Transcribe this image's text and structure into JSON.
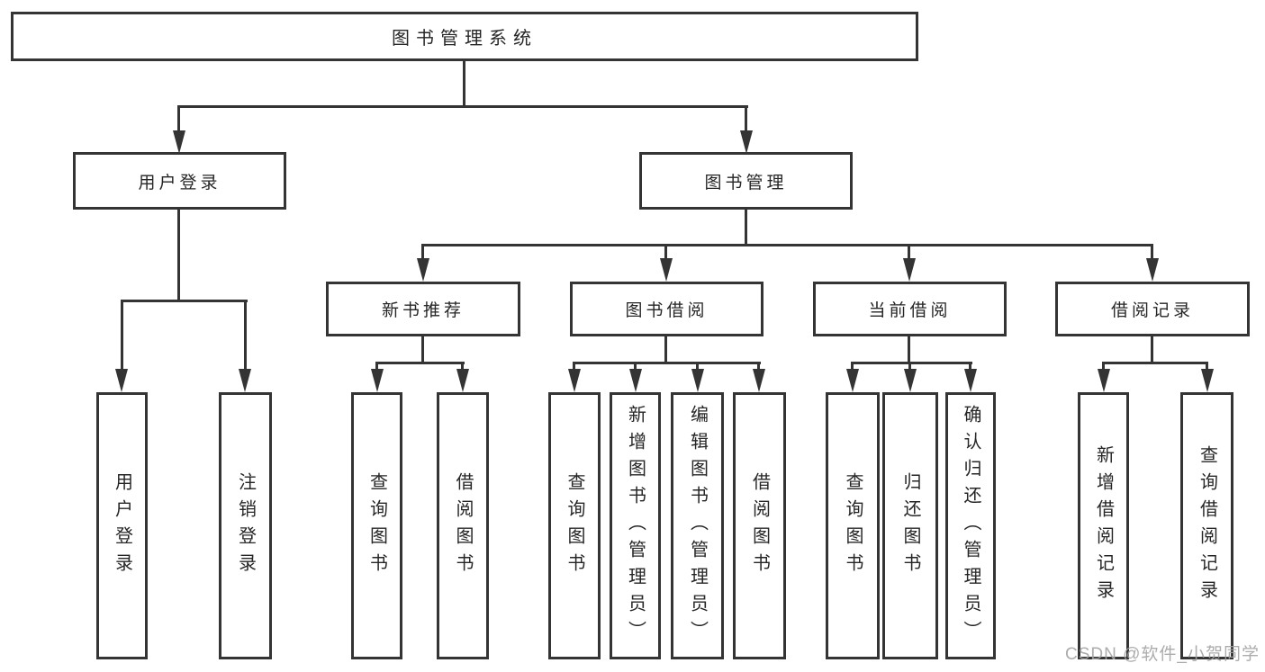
{
  "diagram": {
    "title": "图书管理系统",
    "root": "图书管理系统",
    "level2": [
      "用户登录",
      "图书管理"
    ],
    "level3": [
      "新书推荐",
      "图书借阅",
      "当前借阅",
      "借阅记录"
    ],
    "leaves": {
      "login": [
        "用户登录",
        "注销登录"
      ],
      "newbook": [
        "查询图书",
        "借阅图书"
      ],
      "borrow": [
        "查询图书",
        "新增图书（管理员）",
        "编辑图书（管理员）",
        "借阅图书"
      ],
      "current": [
        "查询图书",
        "归还图书",
        "确认归还（管理员）"
      ],
      "records": [
        "新增借阅记录",
        "查询借阅记录"
      ]
    },
    "colors": {
      "line": "#343434",
      "text": "#262626",
      "background": "#ffffff",
      "watermark": "#a3a3a3"
    }
  },
  "watermark": {
    "text": "CSDN @软件_小贺同学"
  }
}
